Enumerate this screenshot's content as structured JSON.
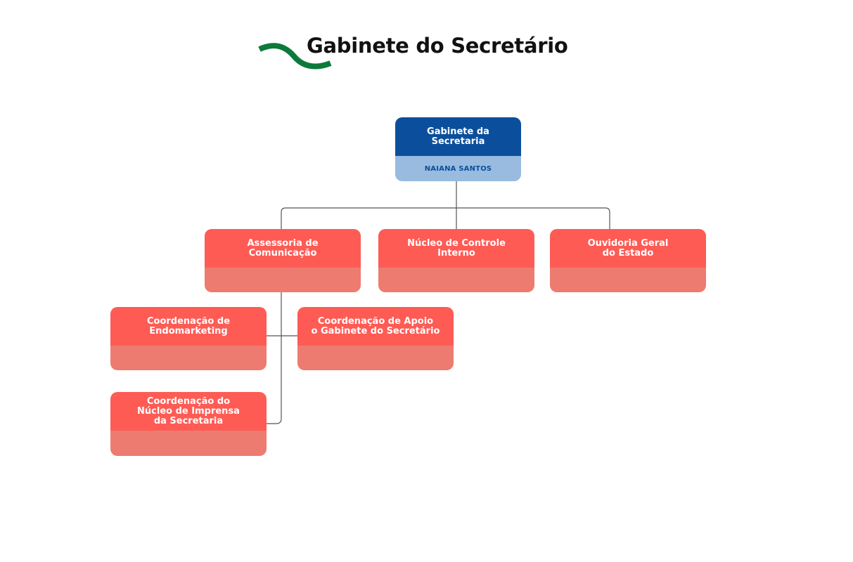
{
  "header": {
    "title": "Gabinete do Secretário",
    "decoration_icon": "green-wave",
    "decoration_color": "#0b7a3a"
  },
  "colors": {
    "root_header": "#0b4f9c",
    "root_footer": "#98bbdf",
    "unit_header": "#fe5b55",
    "unit_footer": "#ee7b70",
    "connector": "#555555"
  },
  "org_chart": {
    "root": {
      "title": "Gabinete da\nSecretaria",
      "person": "NAIANA SANTOS"
    },
    "level1": [
      {
        "title": "Assessoria de\nComunicação",
        "person": ""
      },
      {
        "title": "Núcleo de Controle\nInterno",
        "person": ""
      },
      {
        "title": "Ouvidoria Geral\ndo Estado",
        "person": ""
      }
    ],
    "level2": [
      {
        "title": "Coordenação de\nEndomarketing",
        "person": "",
        "parent": "Assessoria de Comunicação"
      },
      {
        "title": "Coordenação de Apoio\no Gabinete do Secretário",
        "person": "",
        "parent": "Assessoria de Comunicação"
      },
      {
        "title": "Coordenação do\nNúcleo de Imprensa\nda Secretaria",
        "person": "",
        "parent": "Assessoria de Comunicação"
      }
    ]
  }
}
